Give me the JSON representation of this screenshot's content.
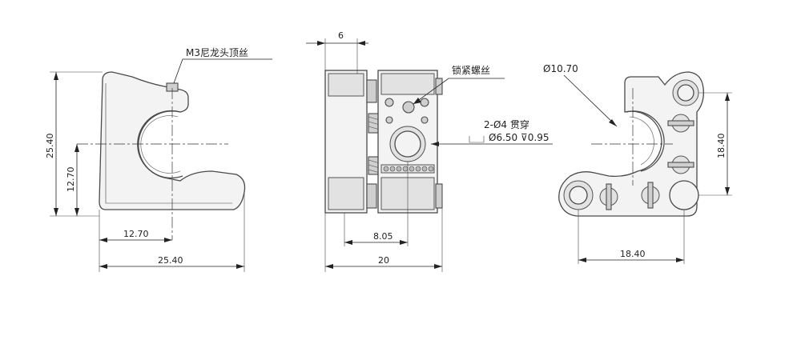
{
  "views": {
    "left": {
      "callout": "M3尼龙头顶丝",
      "dim_height": "25.40",
      "dim_half_height": "12.70",
      "dim_half_width": "12.70",
      "dim_width": "25.40"
    },
    "middle": {
      "dim_top": "6",
      "callout": "锁紧螺丝",
      "dim_offset": "8.05",
      "dim_width": "20",
      "hole_note_line1": "2-Ø4 贯穿",
      "hole_note_line2": "Ø6.50 ⊽0.95"
    },
    "right": {
      "dim_diameter": "Ø10.70",
      "dim_vertical": "18.40",
      "dim_horizontal": "18.40"
    }
  },
  "colors": {
    "line": "#222222",
    "part_fill": "#f3f3f3",
    "part_edge": "#4a4a4a"
  }
}
